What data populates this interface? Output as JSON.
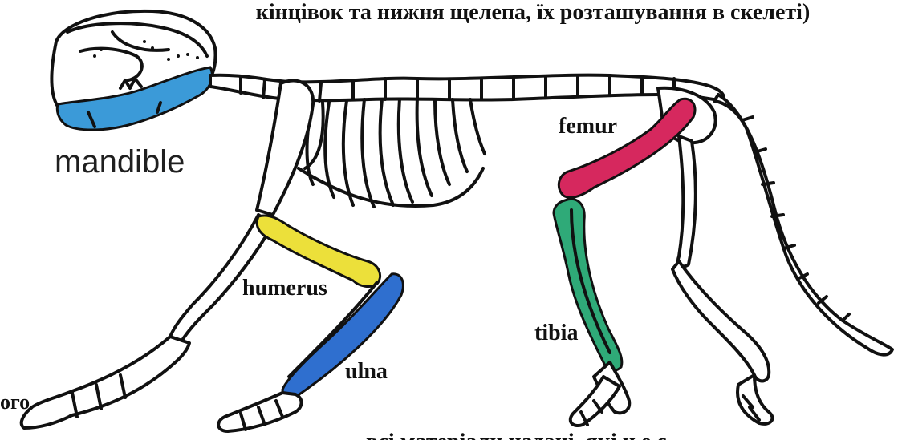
{
  "header_text": "кінцівок та нижня щелепа, їх розташування в скелеті)",
  "footer_text": "всі матеріали надані, які н е с",
  "left_fragment_text": "ого",
  "labels": {
    "mandible": "mandible",
    "femur": "femur",
    "humerus": "humerus",
    "ulna": "ulna",
    "tibia": "tibia"
  },
  "colors": {
    "mandible": "#3b9ad8",
    "femur": "#d6285e",
    "humerus": "#ece03a",
    "ulna": "#2f6fcf",
    "tibia": "#2faa78",
    "outline": "#111111"
  }
}
